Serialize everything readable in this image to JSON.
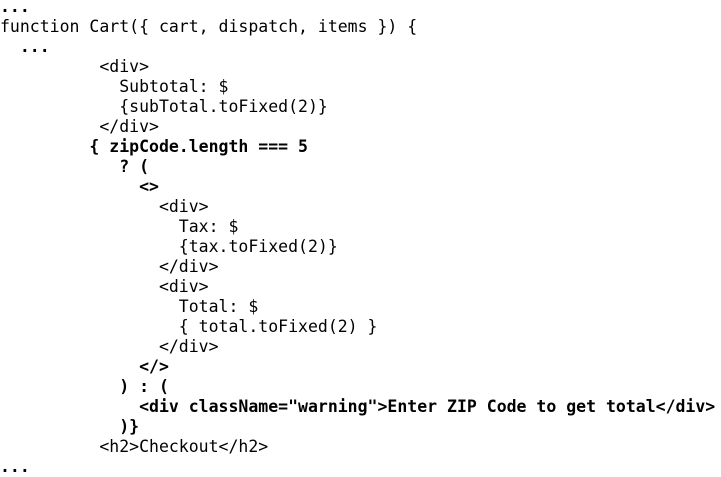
{
  "editor": {
    "lines": [
      {
        "text": "...",
        "bold": true
      },
      {
        "text": "function Cart({ cart, dispatch, items }) {",
        "bold": false
      },
      {
        "text": "  ...",
        "bold": true
      },
      {
        "text": "          <div>",
        "bold": false
      },
      {
        "text": "            Subtotal: $",
        "bold": false
      },
      {
        "text": "            {subTotal.toFixed(2)}",
        "bold": false
      },
      {
        "text": "          </div>",
        "bold": false
      },
      {
        "text": "         { zipCode.length === 5",
        "bold": true
      },
      {
        "text": "            ? (",
        "bold": true
      },
      {
        "text": "              <>",
        "bold": true
      },
      {
        "text": "                <div>",
        "bold": false
      },
      {
        "text": "                  Tax: $",
        "bold": false
      },
      {
        "text": "                  {tax.toFixed(2)}",
        "bold": false
      },
      {
        "text": "                </div>",
        "bold": false
      },
      {
        "text": "                <div>",
        "bold": false
      },
      {
        "text": "                  Total: $",
        "bold": false
      },
      {
        "text": "                  { total.toFixed(2) }",
        "bold": false
      },
      {
        "text": "                </div>",
        "bold": false
      },
      {
        "text": "              </>",
        "bold": true
      },
      {
        "text": "            ) : (",
        "bold": true
      },
      {
        "text": "              <div className=\"warning\">Enter ZIP Code to get total</div>",
        "bold": true
      },
      {
        "text": "            )}",
        "bold": true
      },
      {
        "text": "          <h2>Checkout</h2>",
        "bold": false
      },
      {
        "text": "...",
        "bold": true
      }
    ]
  }
}
